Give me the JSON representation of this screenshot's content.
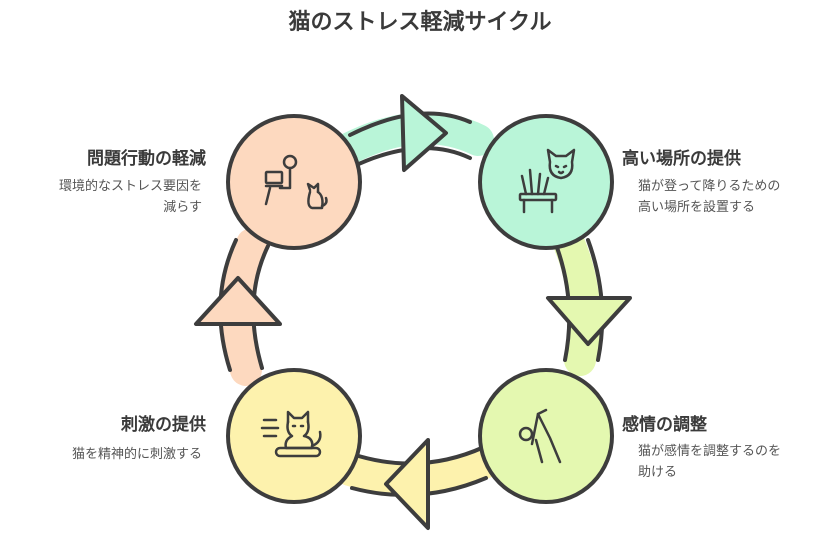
{
  "title": "猫のストレス軽減サイクル",
  "colors": {
    "peach": "#fdd9bf",
    "mint": "#b9f5d8",
    "lime": "#e4f8b0",
    "yellow": "#fdf2ad",
    "stroke": "#3d3d3d"
  },
  "steps": [
    {
      "title": "高い場所の提供",
      "desc_lines": [
        "猫が登って降りるための",
        "高い場所を設置する"
      ],
      "icon": "cat-on-perch-icon"
    },
    {
      "title": "感情の調整",
      "desc_lines": [
        "猫が感情を調整するのを",
        "助ける"
      ],
      "icon": "stretching-person-icon"
    },
    {
      "title": "刺激の提供",
      "desc_lines": [
        "猫を精神的に刺激する"
      ],
      "icon": "cat-scratcher-icon"
    },
    {
      "title": "問題行動の軽減",
      "desc_lines": [
        "環境的なストレス要因を",
        "減らす"
      ],
      "icon": "person-laptop-cat-icon"
    }
  ]
}
